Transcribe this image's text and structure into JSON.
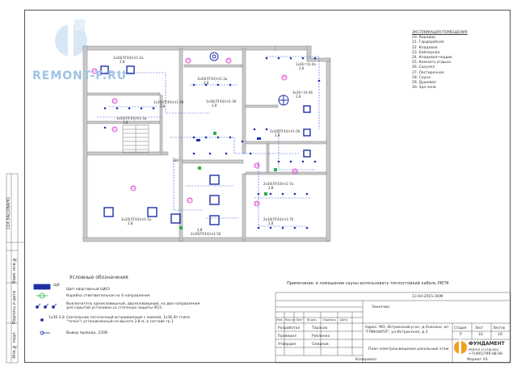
{
  "watermark": {
    "brand": "REMONT-F.RU"
  },
  "explication": {
    "title": "ЭКСПЛИКАЦИЯ ПОМЕЩЕНИЯ",
    "rooms": [
      "20. Коридор",
      "21. Гардеробная",
      "22. Кладовая",
      "23. Бойлерная",
      "24. Кладовая-чердак",
      "25. Комната отдыха",
      "26. Санузел",
      "27. Постирочная",
      "28. Сауна",
      "29. Душевая",
      "30. Spa-зона"
    ]
  },
  "legend": {
    "title": "Условные обозначения",
    "items": [
      {
        "key": "ЩК",
        "text": "Щит квартирный ЩКО"
      },
      {
        "key": "",
        "text": "Коробка ответвительная на 4 направления"
      },
      {
        "key": "",
        "text": "Выключатель одноклавишный, двухклавишный, на два направления для скрытой установки со степенью защиты IP23"
      },
      {
        "key": "1х36\n2,8",
        "text": "Светильник потолочный встраиваемый с лампой, 1х36 Вт (типа \"точка\") установленный на высоте 2,8 м, в составе гр.1"
      },
      {
        "key": "",
        "text": "Вывод провода, 220В"
      }
    ]
  },
  "note": "Примечание: в помещении сауны использовать теплостойкий кабель РКГМ",
  "side_labels": [
    "СОГЛАСОВАНО",
    "Взам. инв.№",
    "Подпись и дата",
    "Инв.№ подл."
  ],
  "title_block": {
    "code": "13-04-2015-ЭОМ",
    "customer_label": "Заказчик:",
    "address": "Адрес: МО, Истринский р-он, д.Аносино, кп \"ГРИНХИЛЛ\", ул.Истринская, д.3",
    "headers": [
      "Изм.",
      "Кол.уч",
      "Лист",
      "№ док.",
      "Подпись",
      "Дата"
    ],
    "roles": [
      {
        "role": "Разработал",
        "name": "Тарасов"
      },
      {
        "role": "Проверил",
        "name": "Рубленко"
      },
      {
        "role": "Утвердил",
        "name": "Смирнов"
      }
    ],
    "stage_headers": [
      "Стадия",
      "Лист",
      "Листов"
    ],
    "stage_values": [
      "Р",
      "10",
      "19"
    ],
    "sheet_title": "План электроосвещения цокольный этаж",
    "company": "ФУНДАМЕНТ",
    "company_sub": "РЕМОНТ И ОТДЕЛКА",
    "phone": "+7(495)799-08-08",
    "copied": "Копировал",
    "format": "Формат А3"
  },
  "plan_labels": {
    "fixtures": [
      "1х36(ЛГ44)гл1-2а",
      "2,8",
      "3х30(ЛГ44)гл1-3а",
      "2,8",
      "1х36(ЛГ44)гл1-3б",
      "2,8",
      "1х36(ЛГ44)гл1-3б",
      "2,8",
      "3х30(ЛГ44)гл1-3а",
      "2,8",
      "1х36 гл1-4а",
      "2,8",
      "3х30 гл1-4б",
      "2,8",
      "2х30(ЛГ44)гл1-5а",
      "2,8",
      "2х30(ЛГ44)гл1-5б",
      "2,8",
      "2х30(ЛГ44)гл1-5б",
      "2,8",
      "2х30(ЛГ44)гл1-7а",
      "2,8",
      "2х30(ЛГ44)гл1-7б",
      "2,8"
    ],
    "panel": "ЩК",
    "rooms": [
      "20",
      "21",
      "22",
      "23",
      "24",
      "25",
      "26",
      "27",
      "28",
      "29",
      "30"
    ]
  },
  "colors": {
    "wall": "#c9c9c9",
    "fixture": "#1c2fa8",
    "room_tag": "#e255d6",
    "green": "#2bb24c",
    "dashed": "#3a56d6"
  }
}
